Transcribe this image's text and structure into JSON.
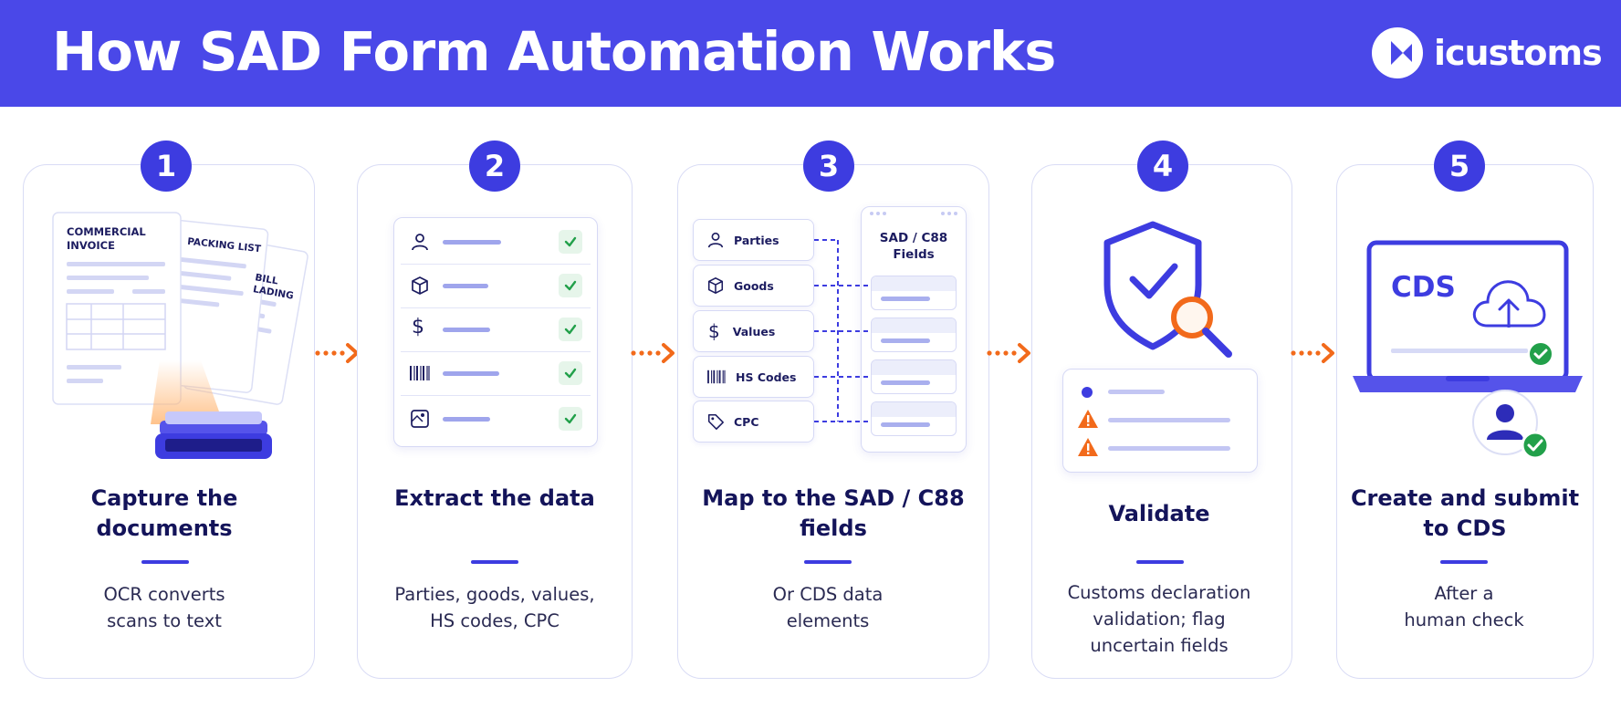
{
  "header": {
    "title": "How SAD Form Automation Works",
    "brand": "icustoms"
  },
  "steps": [
    {
      "number": "1",
      "title_lines": [
        "Capture the",
        "documents"
      ],
      "desc_lines": [
        "OCR converts",
        "scans to text"
      ],
      "docs": {
        "commercial_invoice": [
          "COMMERCIAL",
          "INVOICE"
        ],
        "packing_list": "PACKING LIST",
        "bill_lading": [
          "BILL",
          "LADING"
        ]
      }
    },
    {
      "number": "2",
      "title_lines": [
        "Extract the data"
      ],
      "desc_lines": [
        "Parties, goods, values,",
        "HS codes, CPC"
      ],
      "rows": [
        {
          "icon": "person-icon",
          "checked": true
        },
        {
          "icon": "box-icon",
          "checked": true
        },
        {
          "icon": "dollar-icon",
          "checked": true
        },
        {
          "icon": "barcode-icon",
          "checked": true
        },
        {
          "icon": "image-icon",
          "checked": true
        }
      ]
    },
    {
      "number": "3",
      "title_lines": [
        "Map to the SAD / C88",
        "fields"
      ],
      "desc_lines": [
        "Or CDS data",
        "elements"
      ],
      "source_fields": [
        {
          "icon": "person-icon",
          "label": "Parties"
        },
        {
          "icon": "box-icon",
          "label": "Goods"
        },
        {
          "icon": "dollar-icon",
          "label": "Values"
        },
        {
          "icon": "barcode-icon",
          "label": "HS Codes"
        },
        {
          "icon": "tag-icon",
          "label": "CPC"
        }
      ],
      "target_title": [
        "SAD / C88",
        "Fields"
      ]
    },
    {
      "number": "4",
      "title_lines": [
        "Validate"
      ],
      "desc_lines": [
        "Customs declaration",
        "validation; flag",
        "uncertain fields"
      ]
    },
    {
      "number": "5",
      "title_lines": [
        "Create and submit",
        "to CDS"
      ],
      "desc_lines": [
        "After a",
        "human check"
      ],
      "screen_text": "CDS"
    }
  ],
  "colors": {
    "header_bg": "#4a48e8",
    "accent": "#3d3ce0",
    "arrow": "#f26a1b",
    "check": "#22a04a",
    "warning": "#f26a1b",
    "text_dark": "#14145a"
  }
}
